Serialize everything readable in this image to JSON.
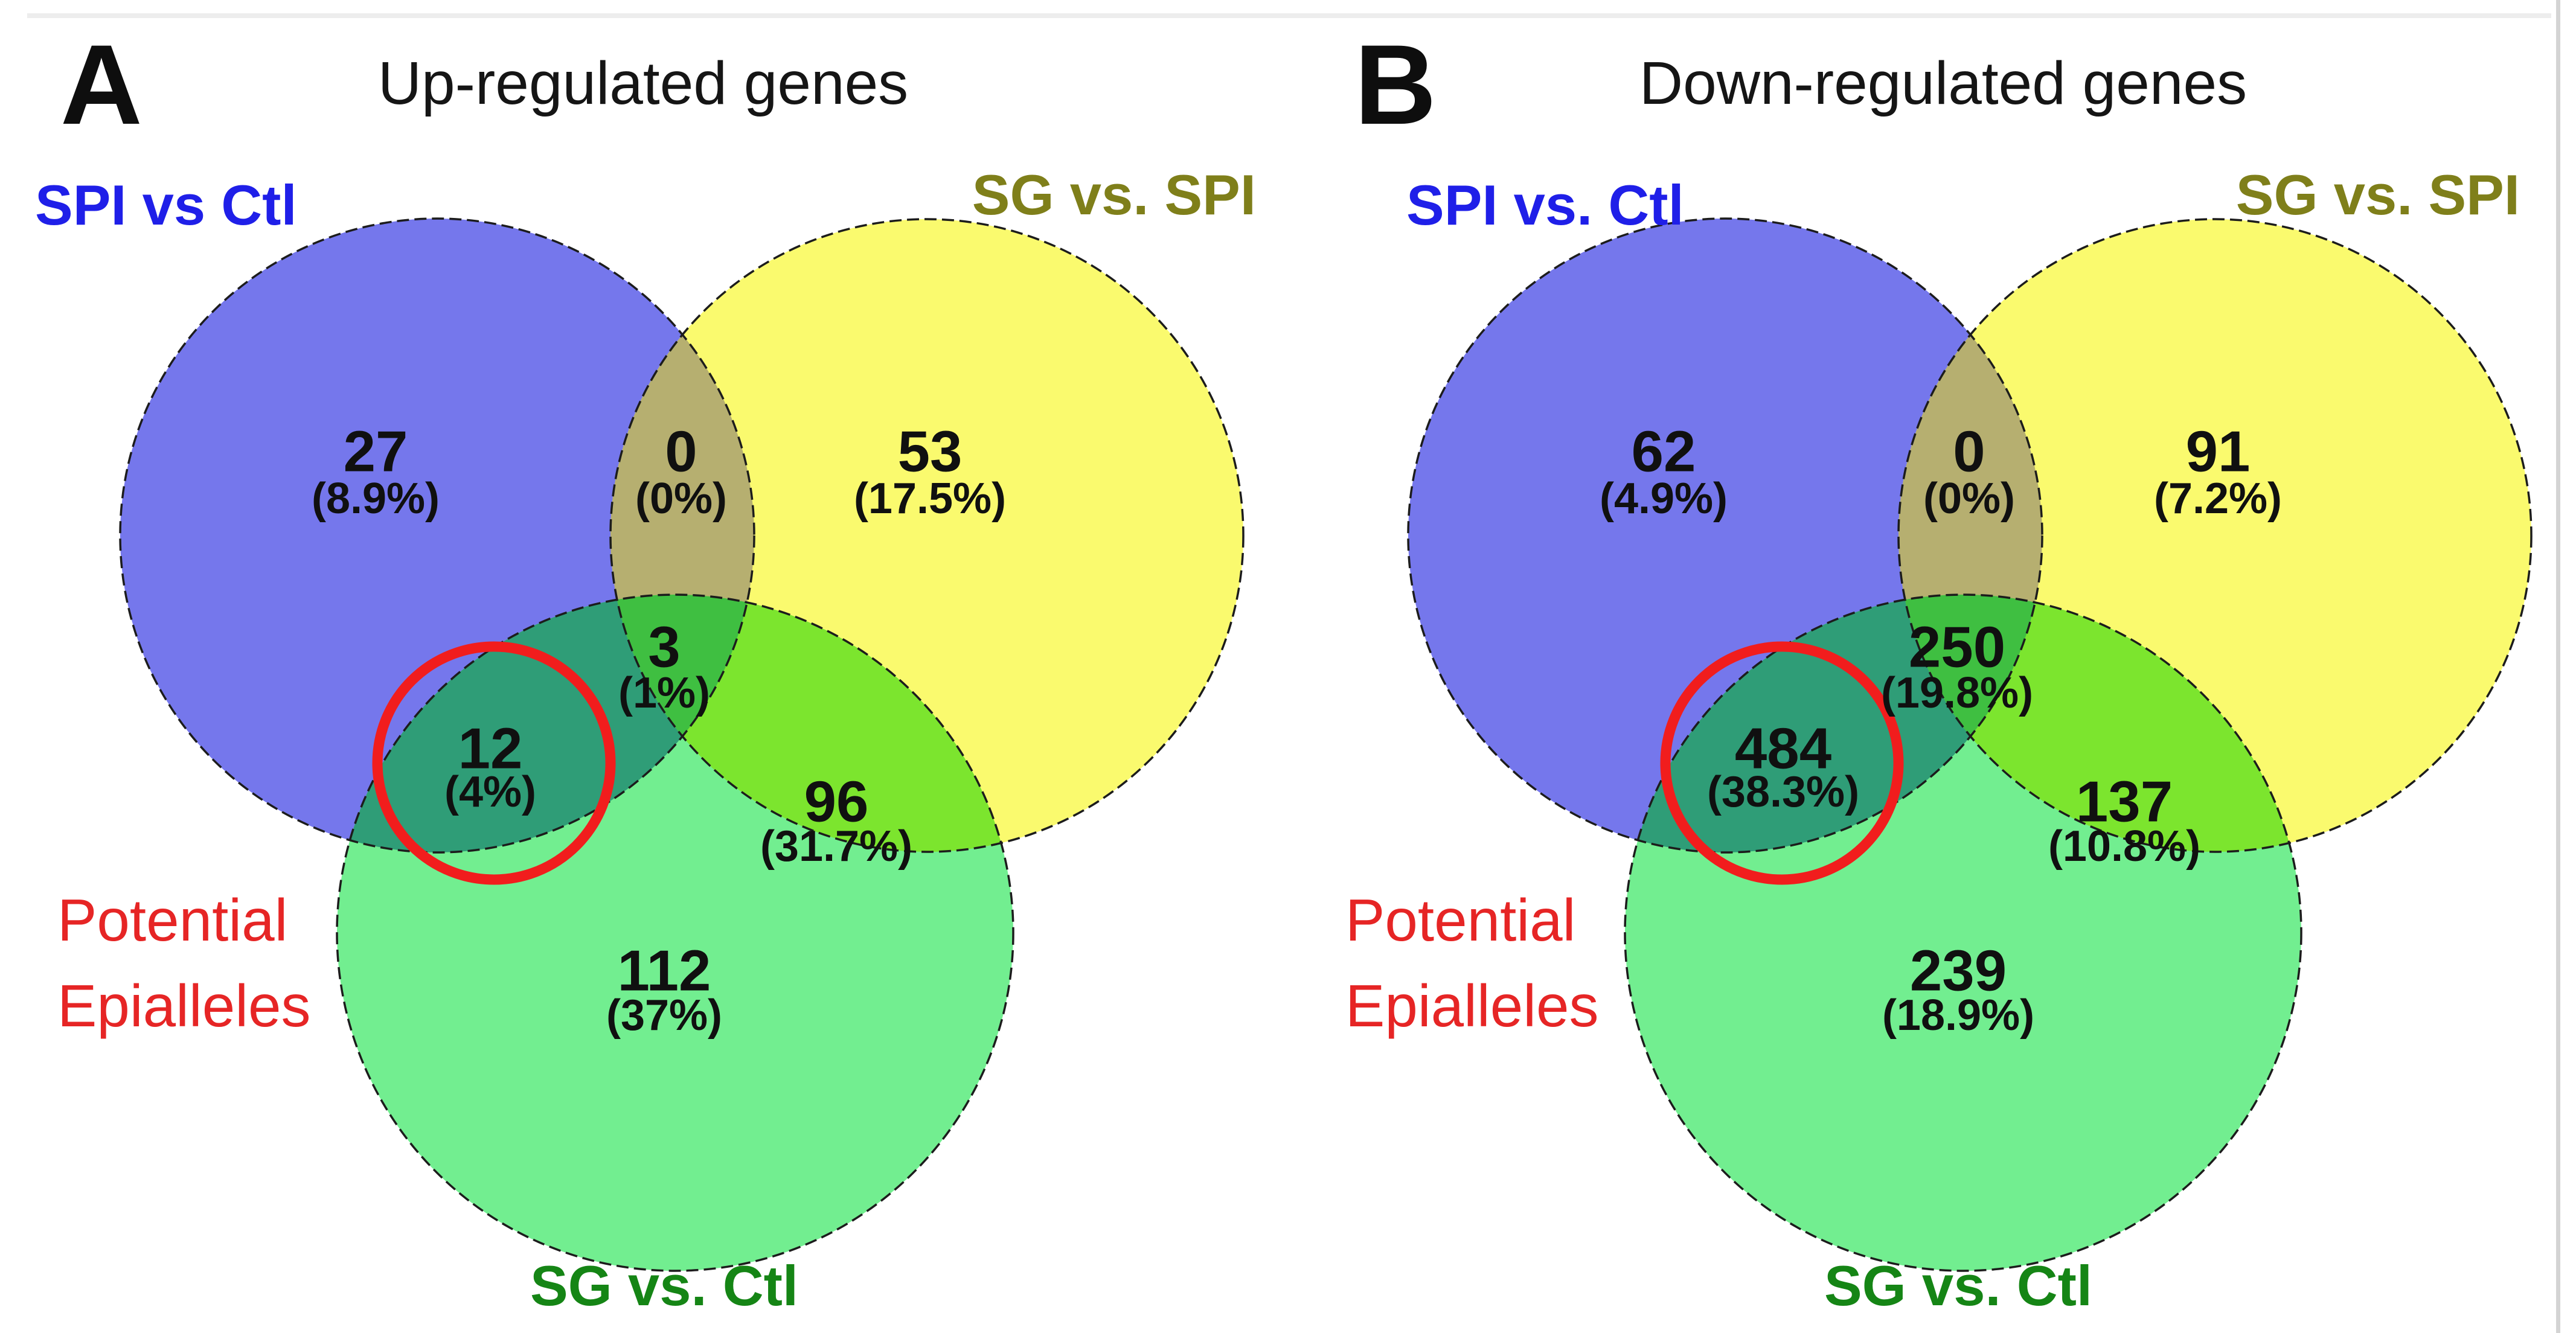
{
  "figure": {
    "background": "#ffffff",
    "top_rule_color": "#ededed",
    "right_rule_color": "#d4d4d4",
    "colors": {
      "blue_fill": "#7577EC",
      "yellow_fill": "#FAFA6E",
      "green_fill": "#72EE90",
      "blue_yellow_fill": "#B6AF70",
      "blue_green_fill": "#2F9D77",
      "yellow_green_fill": "#7CE52E",
      "triple_fill": "#3FBF41",
      "outline_color": "#1c1c1c",
      "highlight_ring": "#F11D1D",
      "blue_label_color": "#1F1FE8",
      "yellow_label_color": "#7F7F1A",
      "green_label_color": "#158515",
      "highlight_label_color": "#E62525"
    },
    "panels": [
      {
        "letter": "A",
        "title": "Up-regulated genes",
        "set_labels": {
          "blue": "SPI vs Ctl",
          "yellow": "SG vs. SPI",
          "green": "SG vs. Ctl"
        },
        "highlight": {
          "line1": "Potential",
          "line2": "Epialleles"
        },
        "regions": {
          "blue_only": {
            "count": "27",
            "pct": "(8.9%)"
          },
          "blue_yellow": {
            "count": "0",
            "pct": "(0%)"
          },
          "yellow_only": {
            "count": "53",
            "pct": "(17.5%)"
          },
          "triple": {
            "count": "3",
            "pct": "(1%)"
          },
          "blue_green": {
            "count": "12",
            "pct": "(4%)"
          },
          "yellow_green": {
            "count": "96",
            "pct": "(31.7%)"
          },
          "green_only": {
            "count": "112",
            "pct": "(37%)"
          }
        }
      },
      {
        "letter": "B",
        "title": "Down-regulated genes",
        "set_labels": {
          "blue": "SPI vs. Ctl",
          "yellow": "SG vs. SPI",
          "green": "SG vs. Ctl"
        },
        "highlight": {
          "line1": "Potential",
          "line2": "Epialleles"
        },
        "regions": {
          "blue_only": {
            "count": "62",
            "pct": "(4.9%)"
          },
          "blue_yellow": {
            "count": "0",
            "pct": "(0%)"
          },
          "yellow_only": {
            "count": "91",
            "pct": "(7.2%)"
          },
          "triple": {
            "count": "250",
            "pct": "(19.8%)"
          },
          "blue_green": {
            "count": "484",
            "pct": "(38.3%)"
          },
          "yellow_green": {
            "count": "137",
            "pct": "(10.8%)"
          },
          "green_only": {
            "count": "239",
            "pct": "(18.9%)"
          }
        }
      }
    ]
  },
  "chart_data": [
    {
      "type": "venn",
      "title": "Up-regulated genes",
      "sets": [
        "SPI vs Ctl",
        "SG vs. SPI",
        "SG vs. Ctl"
      ],
      "regions": [
        {
          "sets": [
            "SPI vs Ctl"
          ],
          "count": 27,
          "pct": "8.9%"
        },
        {
          "sets": [
            "SPI vs Ctl",
            "SG vs. SPI"
          ],
          "count": 0,
          "pct": "0%"
        },
        {
          "sets": [
            "SG vs. SPI"
          ],
          "count": 53,
          "pct": "17.5%"
        },
        {
          "sets": [
            "SPI vs Ctl",
            "SG vs. SPI",
            "SG vs. Ctl"
          ],
          "count": 3,
          "pct": "1%"
        },
        {
          "sets": [
            "SPI vs Ctl",
            "SG vs. Ctl"
          ],
          "count": 12,
          "pct": "4%",
          "annotation": "Potential Epialleles"
        },
        {
          "sets": [
            "SG vs. SPI",
            "SG vs. Ctl"
          ],
          "count": 96,
          "pct": "31.7%"
        },
        {
          "sets": [
            "SG vs. Ctl"
          ],
          "count": 112,
          "pct": "37%"
        }
      ]
    },
    {
      "type": "venn",
      "title": "Down-regulated genes",
      "sets": [
        "SPI vs. Ctl",
        "SG vs. SPI",
        "SG vs. Ctl"
      ],
      "regions": [
        {
          "sets": [
            "SPI vs. Ctl"
          ],
          "count": 62,
          "pct": "4.9%"
        },
        {
          "sets": [
            "SPI vs. Ctl",
            "SG vs. SPI"
          ],
          "count": 0,
          "pct": "0%"
        },
        {
          "sets": [
            "SG vs. SPI"
          ],
          "count": 91,
          "pct": "7.2%"
        },
        {
          "sets": [
            "SPI vs. Ctl",
            "SG vs. SPI",
            "SG vs. Ctl"
          ],
          "count": 250,
          "pct": "19.8%"
        },
        {
          "sets": [
            "SPI vs. Ctl",
            "SG vs. Ctl"
          ],
          "count": 484,
          "pct": "38.3%",
          "annotation": "Potential Epialleles"
        },
        {
          "sets": [
            "SG vs. SPI",
            "SG vs. Ctl"
          ],
          "count": 137,
          "pct": "10.8%"
        },
        {
          "sets": [
            "SG vs. Ctl"
          ],
          "count": 239,
          "pct": "18.9%"
        }
      ]
    }
  ]
}
